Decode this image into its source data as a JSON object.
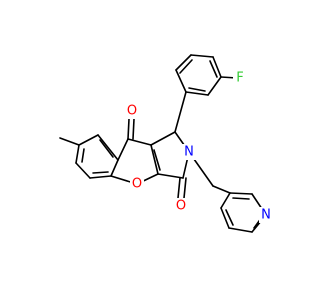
{
  "molecule": {
    "colors": {
      "bond": "#000000",
      "oxygen": "#ff0000",
      "nitrogen": "#0000ff",
      "fluorine": "#33cc33"
    },
    "atom_labels": {
      "o_ketone": "O",
      "o_lactam": "O",
      "o_ring": "O",
      "n_lactam": "N",
      "n_pyridine": "N",
      "f": "F"
    }
  }
}
